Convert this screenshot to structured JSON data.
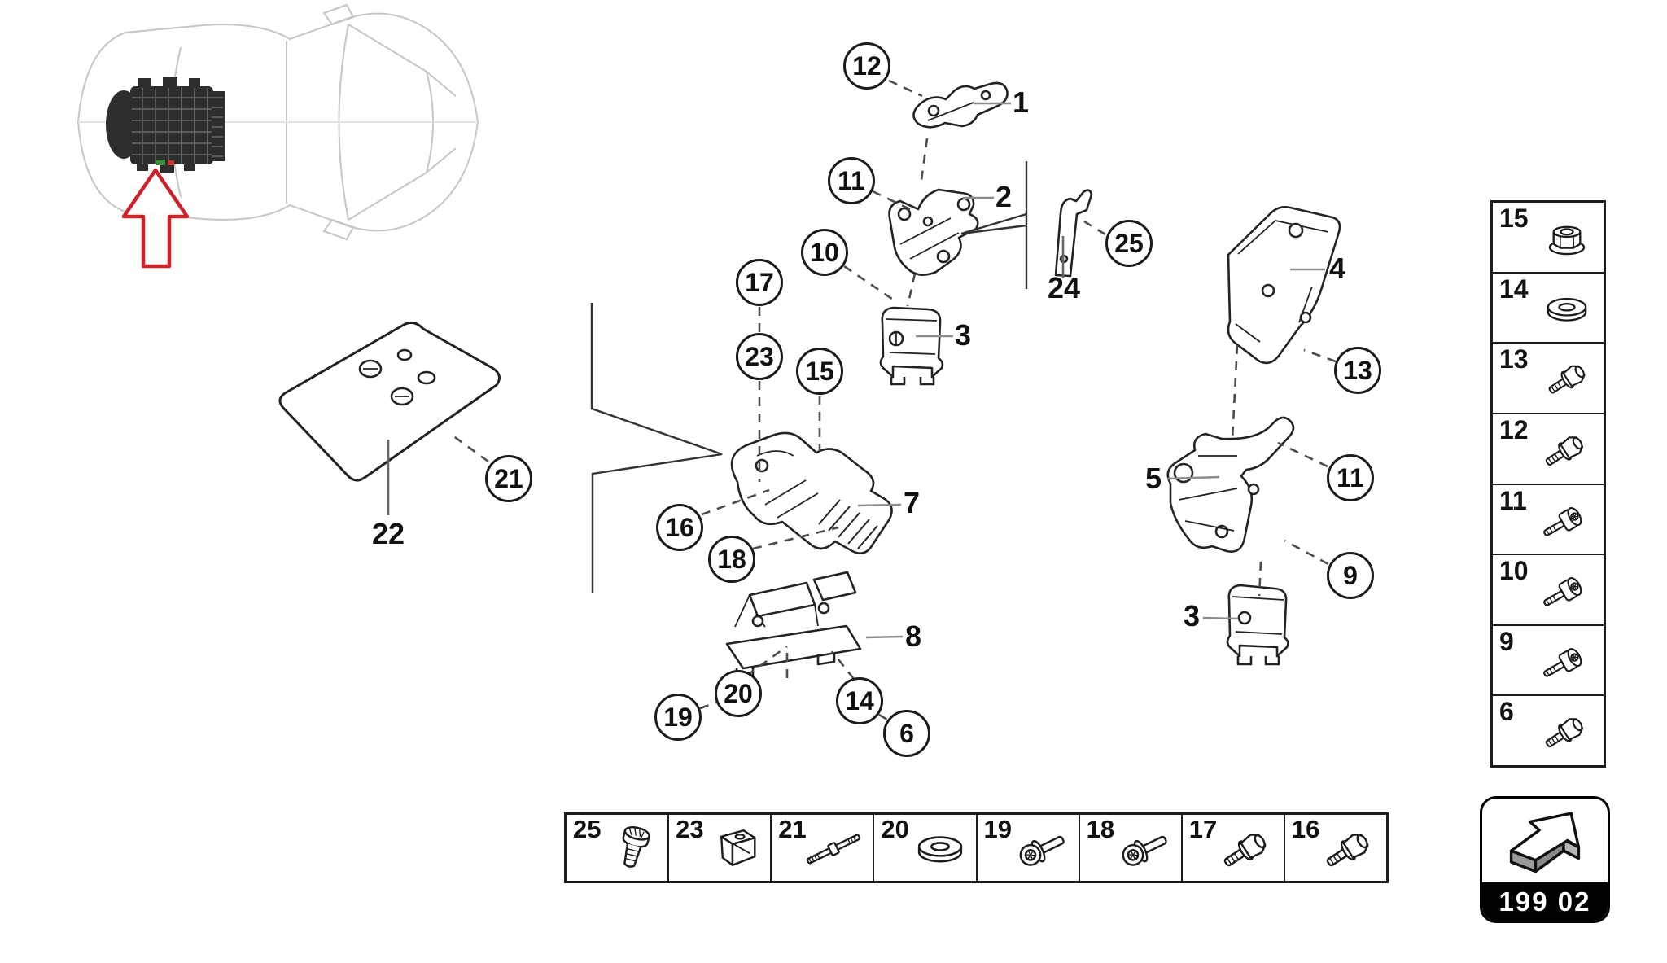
{
  "page": {
    "type": "exploded-parts-diagram",
    "section": "engine-mounting"
  },
  "badge": {
    "code": "199 02",
    "icon": "up-right-3d-arrow"
  },
  "colors": {
    "line": "#232323",
    "dash_line": "#4d4d4d",
    "leader_gray": "#8c8c8c",
    "car_line": "#c6c6c6",
    "engine_fill": "#2e2e2e",
    "arrow_red": "#cc2229",
    "badge_bg": "#000000",
    "badge_text": "#ffffff",
    "highlight_green": "#3a8f3a",
    "highlight_red": "#c43535"
  },
  "callouts": [
    {
      "n": "12"
    },
    {
      "n": "11"
    },
    {
      "n": "10"
    },
    {
      "n": "17"
    },
    {
      "n": "23"
    },
    {
      "n": "15"
    },
    {
      "n": "16"
    },
    {
      "n": "18"
    },
    {
      "n": "20"
    },
    {
      "n": "19"
    },
    {
      "n": "14"
    },
    {
      "n": "6"
    },
    {
      "n": "25"
    },
    {
      "n": "13"
    },
    {
      "n": "11"
    },
    {
      "n": "9"
    },
    {
      "n": "21"
    }
  ],
  "part_labels": [
    {
      "n": "1"
    },
    {
      "n": "2"
    },
    {
      "n": "3"
    },
    {
      "n": "4"
    },
    {
      "n": "5"
    },
    {
      "n": "7"
    },
    {
      "n": "8"
    },
    {
      "n": "3"
    },
    {
      "n": "22"
    },
    {
      "n": "24"
    }
  ],
  "sidebar": {
    "items": [
      {
        "n": "15",
        "icon": "flange-nut"
      },
      {
        "n": "14",
        "icon": "washer"
      },
      {
        "n": "13",
        "icon": "hex-flange-bolt-short"
      },
      {
        "n": "12",
        "icon": "hex-flange-bolt"
      },
      {
        "n": "11",
        "icon": "socket-head-bolt"
      },
      {
        "n": "10",
        "icon": "socket-head-bolt"
      },
      {
        "n": "9",
        "icon": "socket-head-bolt"
      },
      {
        "n": "6",
        "icon": "torx-flange-bolt"
      }
    ]
  },
  "strip": {
    "items": [
      {
        "n": "25",
        "icon": "torx-screw"
      },
      {
        "n": "23",
        "icon": "clip-nut"
      },
      {
        "n": "21",
        "icon": "threaded-stud"
      },
      {
        "n": "20",
        "icon": "washer"
      },
      {
        "n": "19",
        "icon": "torx-flange-bolt"
      },
      {
        "n": "18",
        "icon": "torx-flange-bolt"
      },
      {
        "n": "17",
        "icon": "hex-flange-bolt"
      },
      {
        "n": "16",
        "icon": "hex-flange-bolt"
      }
    ]
  }
}
